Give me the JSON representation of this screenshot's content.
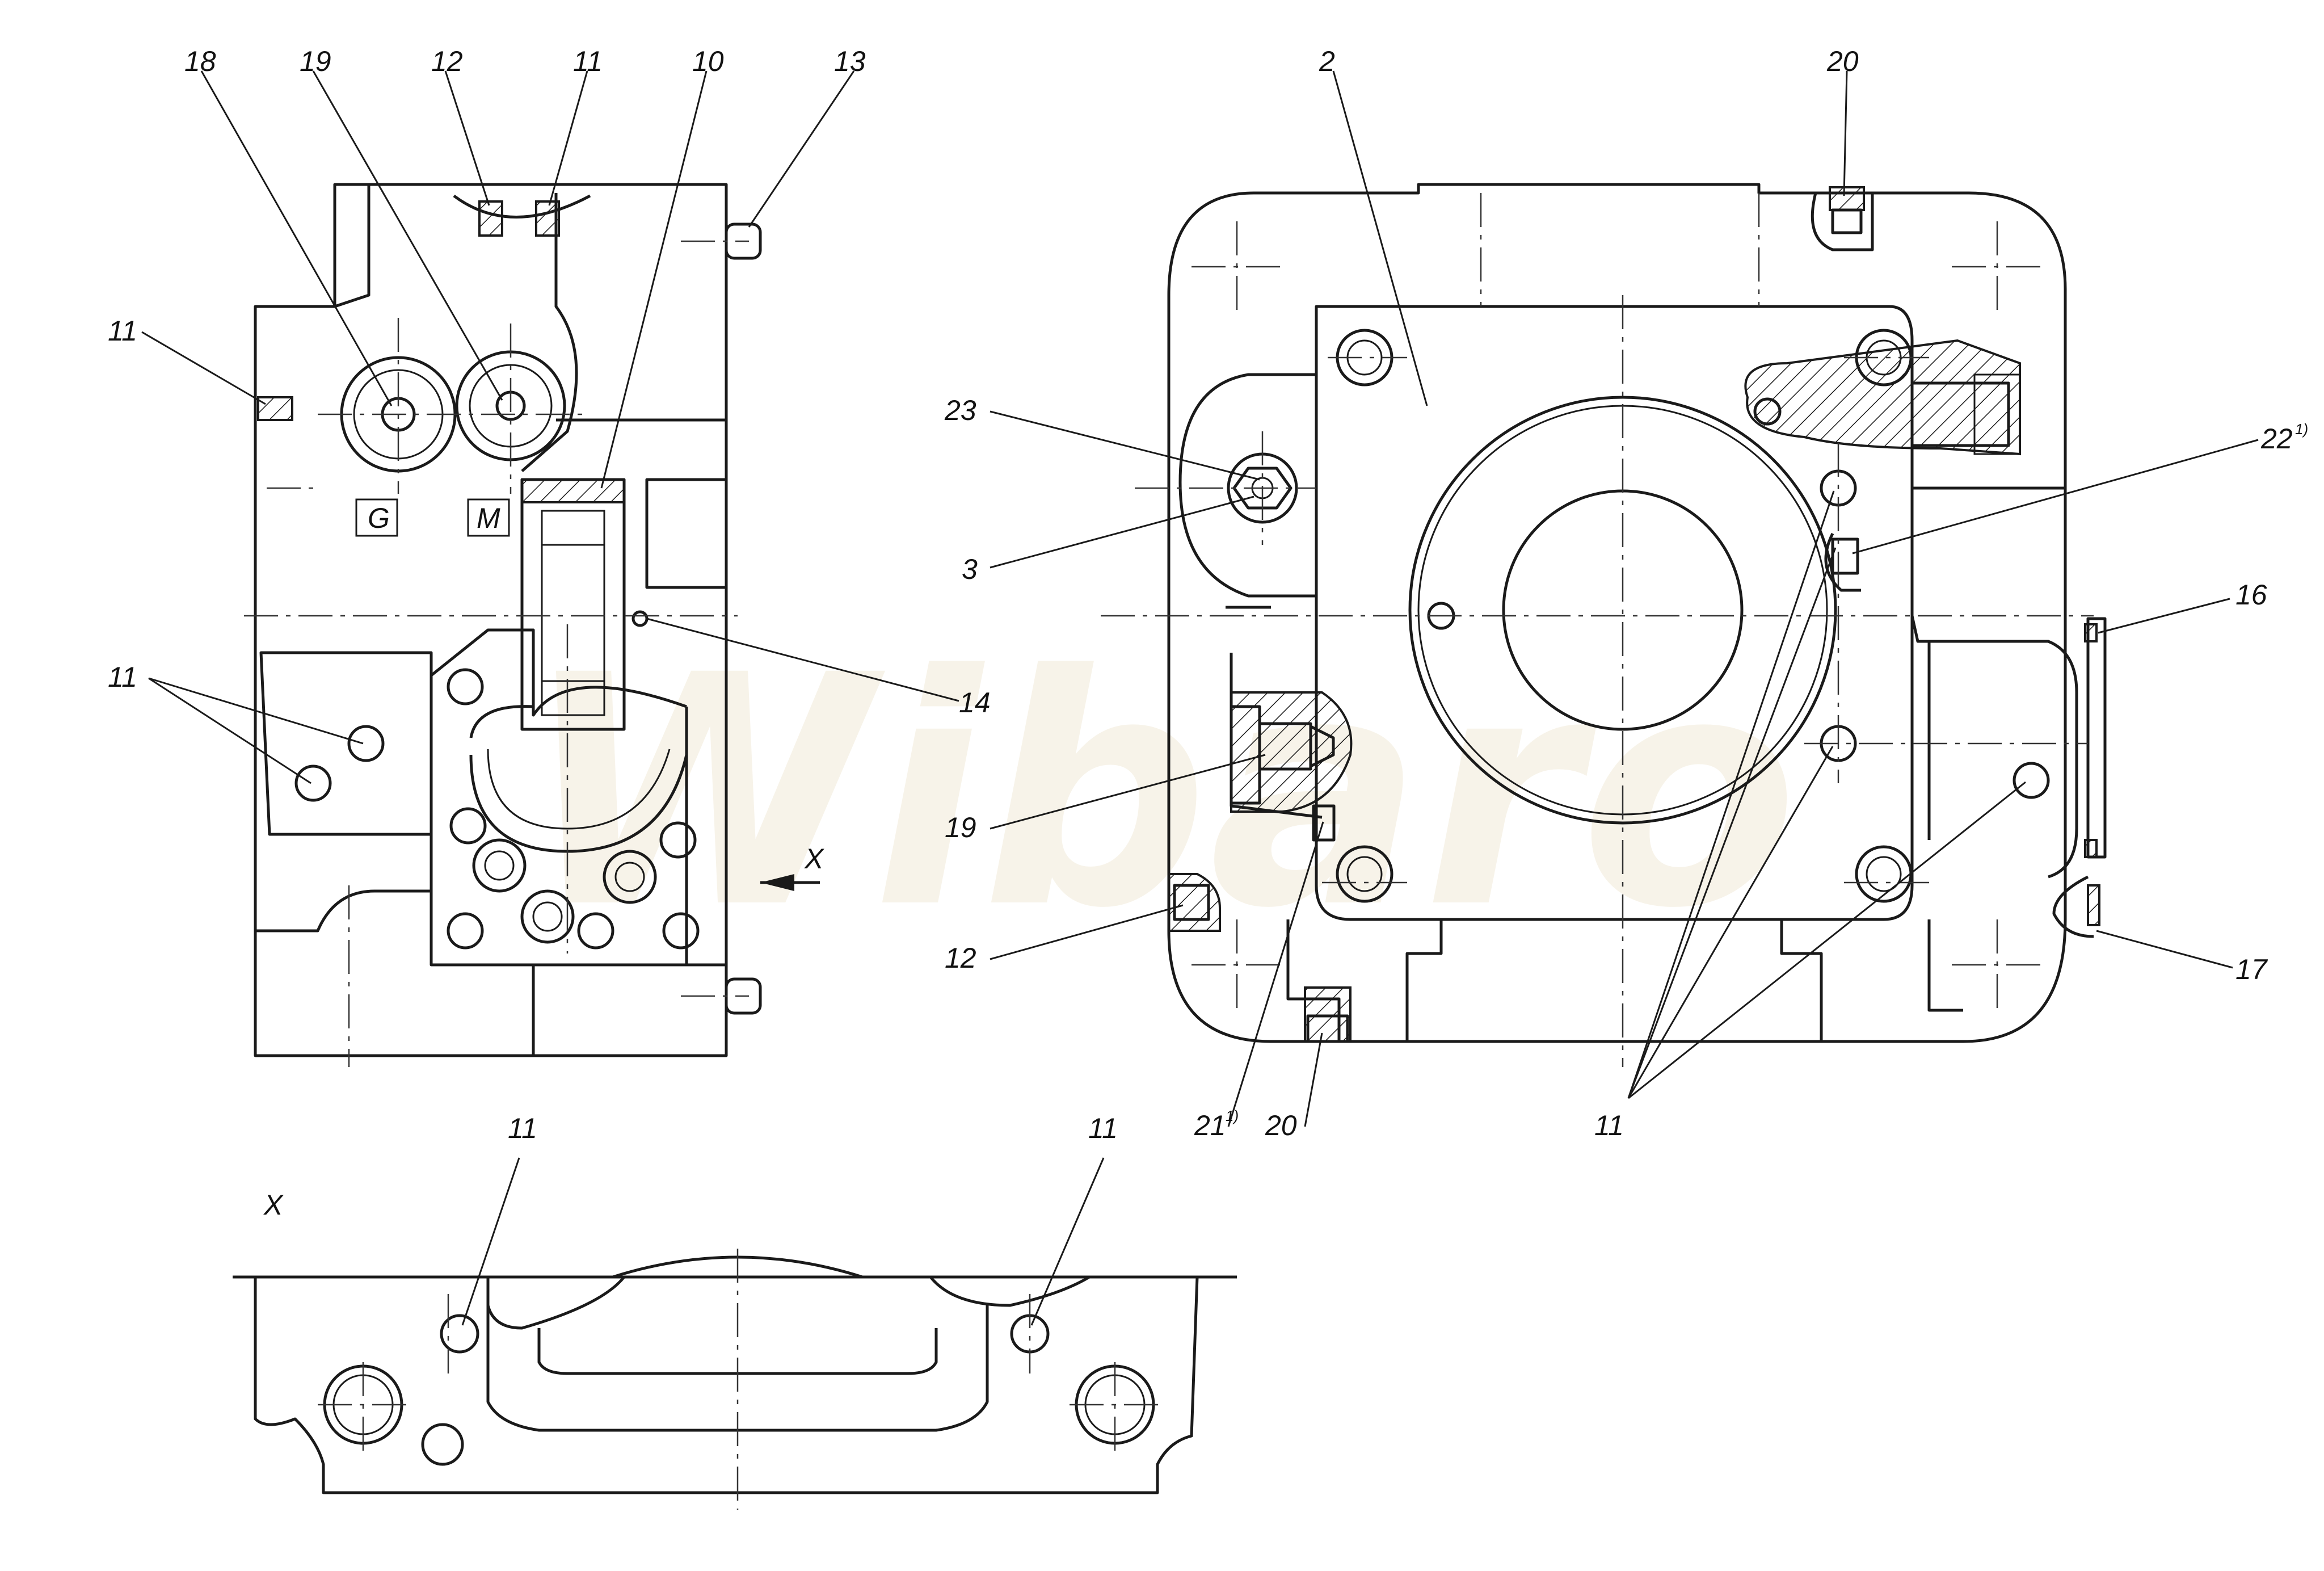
{
  "watermark": "Wibaro",
  "view_x_label": "X",
  "view_arrow_label": "X",
  "port_labels": {
    "g": "G",
    "m": "M"
  },
  "callouts": {
    "c18": "18",
    "c19a": "19",
    "c12a": "12",
    "c11a": "11",
    "c10": "10",
    "c13": "13",
    "c11b": "11",
    "c11c": "11",
    "c14": "14",
    "c2": "2",
    "c20a": "20",
    "c23": "23",
    "c3": "3",
    "c22": "22",
    "c16": "16",
    "c19b": "19",
    "c12b": "12",
    "c17": "17",
    "c21": "21",
    "c20b": "20",
    "c11d": "11",
    "c11e": "11",
    "c11f": "11"
  },
  "footnote_marks": {
    "m21": "1)",
    "m22": "1)"
  }
}
